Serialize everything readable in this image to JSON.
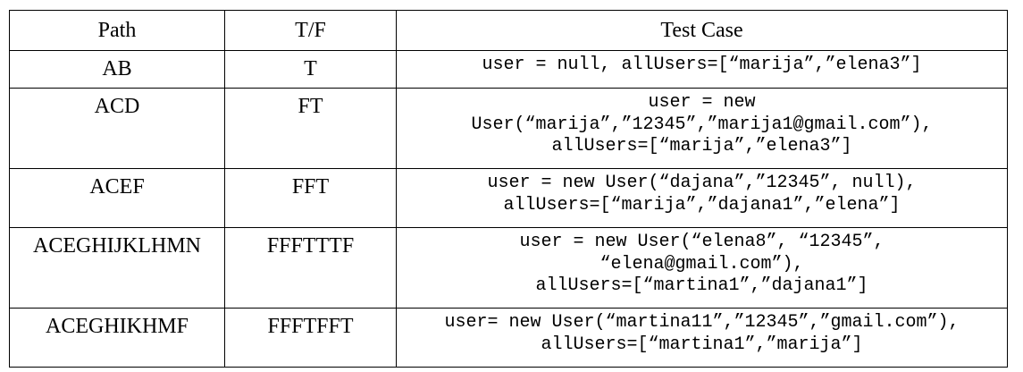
{
  "table": {
    "headers": [
      "Path",
      "T/F",
      "Test Case"
    ],
    "rows": [
      {
        "path": "AB",
        "tf": "T",
        "test_case": [
          "user = null, allUsers=[“marija”,”elena3”]"
        ]
      },
      {
        "path": "ACD",
        "tf": "FT",
        "test_case": [
          "user = new",
          "User(“marija”,”12345”,”marija1@gmail.com”),",
          "allUsers=[“marija”,”elena3”]"
        ]
      },
      {
        "path": "ACEF",
        "tf": "FFT",
        "test_case": [
          "user = new User(“dajana”,”12345”, null),",
          "allUsers=[“marija”,”dajana1”,”elena”]"
        ]
      },
      {
        "path": "ACEGHIJKLHMN",
        "tf": "FFFTTTF",
        "test_case": [
          "user = new User(“elena8”, “12345”,",
          "“elena@gmail.com”),",
          "allUsers=[“martina1”,”dajana1”]"
        ]
      },
      {
        "path": "ACEGHIKHMF",
        "tf": "FFFTFFT",
        "test_case": [
          "user= new User(“martina11”,”12345”,”gmail.com”),",
          "allUsers=[“martina1”,”marija”]"
        ]
      }
    ]
  }
}
